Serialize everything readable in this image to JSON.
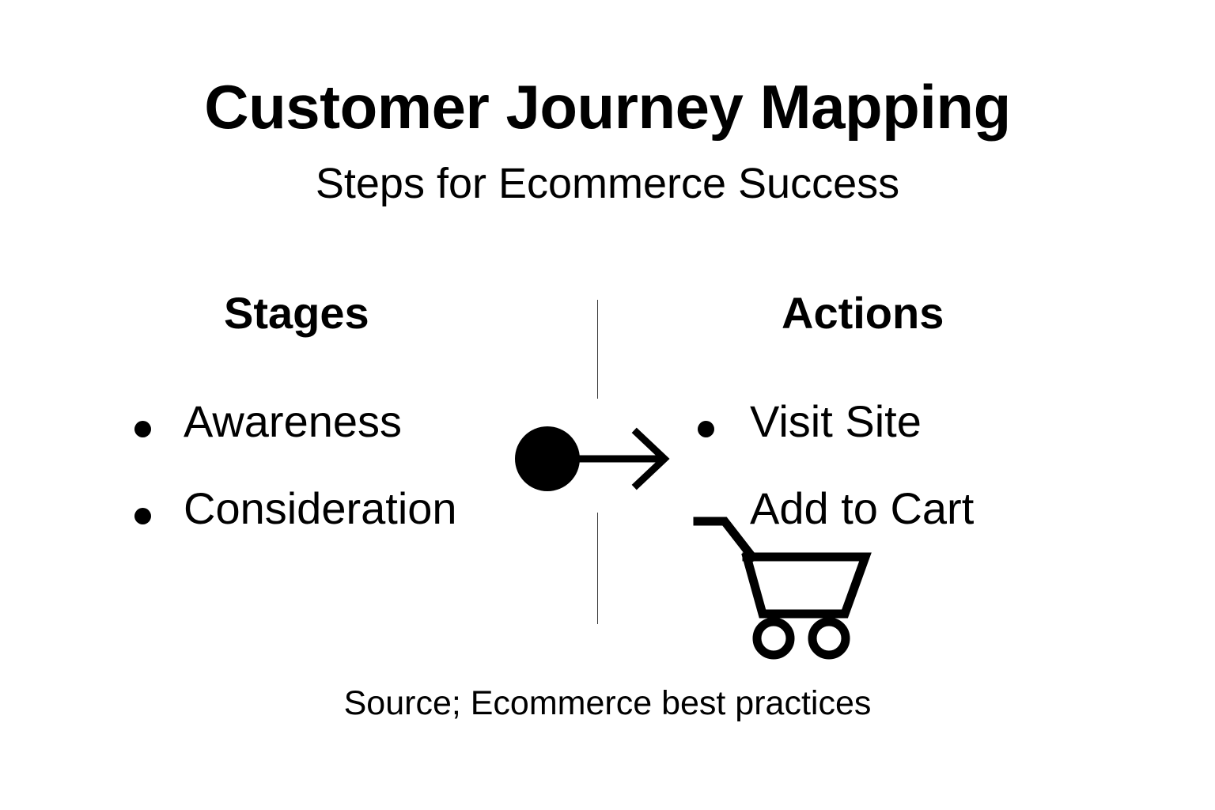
{
  "header": {
    "title": "Customer Journey Mapping",
    "subtitle": "Steps for Ecommerce Success"
  },
  "columns": {
    "left": {
      "heading": "Stages",
      "items": [
        {
          "label": "Awareness",
          "bullet": true
        },
        {
          "label": "Consideration",
          "bullet": true
        }
      ]
    },
    "right": {
      "heading": "Actions",
      "items": [
        {
          "label": "Visit Site",
          "bullet": true
        },
        {
          "label": "Add to Cart",
          "bullet": false
        }
      ]
    }
  },
  "connector": {
    "icon": "circle-arrow-right-icon",
    "direction": "right"
  },
  "icons": {
    "cart": "shopping-cart-icon"
  },
  "footer": {
    "source": "Source; Ecommerce best practices"
  },
  "colors": {
    "background": "#ffffff",
    "foreground": "#000000",
    "divider": "#3a3a3a"
  }
}
